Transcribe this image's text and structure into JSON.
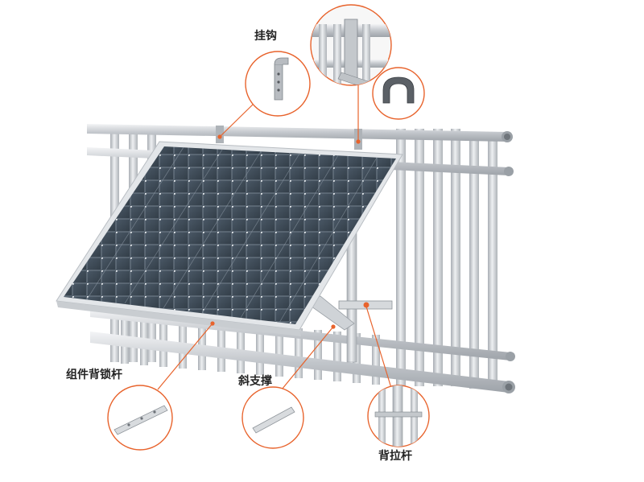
{
  "labels": {
    "hook": "挂钩",
    "module_back_lock_bar": "组件背锁杆",
    "diagonal_brace": "斜支撑",
    "back_pull_bar": "背拉杆"
  },
  "colors": {
    "callout_ring": "#e8632c",
    "rail": "#c9ccd0",
    "panel_cell": "#3e4b57",
    "panel_frame": "#dfe2e5"
  }
}
